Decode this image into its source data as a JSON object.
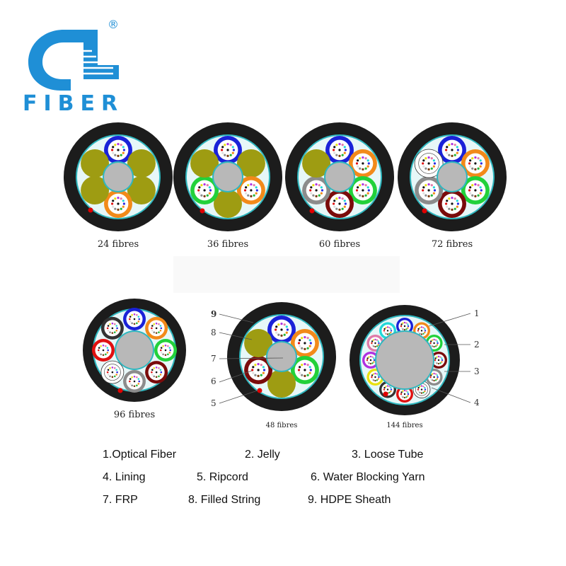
{
  "brand": {
    "name": "FIBER",
    "registered_mark": "®",
    "logo_letters": "GL",
    "color": "#1f8fd6"
  },
  "colors": {
    "sheath": "#1c1c1c",
    "lining": "#e7f7f8",
    "lining_ring": "#2fb7bf",
    "frp": "#b8b8b8",
    "filler": "#9e9c12",
    "ripcord": "#e00000"
  },
  "cables": [
    {
      "caption": "24 fibres",
      "tubes": [
        "#1a22d8",
        "#9e9c12",
        "#9e9c12",
        "#f28a1a",
        "#9e9c12",
        "#9e9c12"
      ]
    },
    {
      "caption": "36 fibres",
      "tubes": [
        "#1a22d8",
        "#9e9c12",
        "#f28a1a",
        "#9e9c12",
        "#22d13a",
        "#9e9c12"
      ]
    },
    {
      "caption": "60 fibres",
      "tubes": [
        "#1a22d8",
        "#f28a1a",
        "#22d13a",
        "#7a0b0b",
        "#8c8c8c",
        "#9e9c12"
      ]
    },
    {
      "caption": "72 fibres",
      "tubes": [
        "#1a22d8",
        "#f28a1a",
        "#22d13a",
        "#7a0b0b",
        "#8c8c8c",
        "#ffffff"
      ]
    },
    {
      "caption": "96 fibres",
      "tubes": [
        "#1a22d8",
        "#f28a1a",
        "#22d13a",
        "#7a0b0b",
        "#8c8c8c",
        "#ffffff",
        "#e01010",
        "#333333"
      ]
    },
    {
      "caption": "48 fibres",
      "tubes": [
        "#1a22d8",
        "#f28a1a",
        "#22d13a",
        "#9e9c12",
        "#7a0b0b",
        "#9e9c12"
      ]
    },
    {
      "caption": "144 fibres",
      "tubes": [
        "#1a22d8",
        "#f28a1a",
        "#22d13a",
        "#7a0b0b",
        "#8c8c8c",
        "#ffffff",
        "#e01010",
        "#333333",
        "#e8e010",
        "#b030e0",
        "#e07aa8",
        "#22d8d8"
      ]
    }
  ],
  "callouts_left": [
    "9",
    "8",
    "7",
    "6",
    "5"
  ],
  "callouts_right": [
    "1",
    "2",
    "3",
    "4"
  ],
  "legend": [
    "1.Optical Fiber",
    "2. Jelly",
    "3. Loose Tube",
    "4. Lining",
    "5. Ripcord",
    "6. Water Blocking Yarn",
    "7. FRP",
    "8. Filled String",
    "9. HDPE Sheath"
  ]
}
